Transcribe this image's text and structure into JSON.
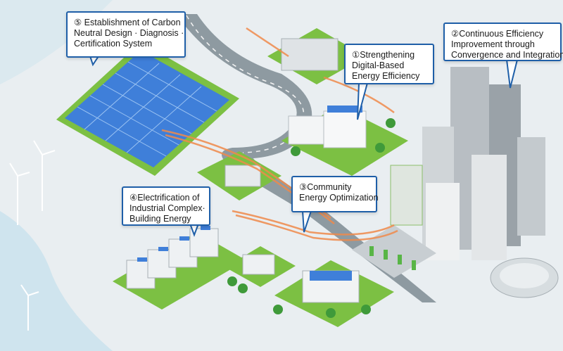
{
  "callouts": [
    {
      "id": "c5",
      "lines": [
        "⑤ Establishment of Carbon",
        "Neutral Design · Diagnosis ·",
        "Certification System"
      ]
    },
    {
      "id": "c1",
      "lines": [
        "①Strengthening",
        "Digital-Based",
        "Energy Efficiency"
      ]
    },
    {
      "id": "c2",
      "lines": [
        "②Continuous Efficiency",
        "Improvement through",
        "Convergence and Integration"
      ]
    },
    {
      "id": "c4",
      "lines": [
        "④Electrification of",
        "Industrial Complex·",
        "Building Energy"
      ]
    },
    {
      "id": "c3",
      "lines": [
        "③Community",
        "Energy Optimization"
      ]
    }
  ],
  "colors": {
    "callout_border": "#1f5fa8",
    "grass": "#7cc043",
    "road": "#8e9aa1",
    "power_line": "#f08a4b",
    "solar": "#3f7fd9"
  }
}
